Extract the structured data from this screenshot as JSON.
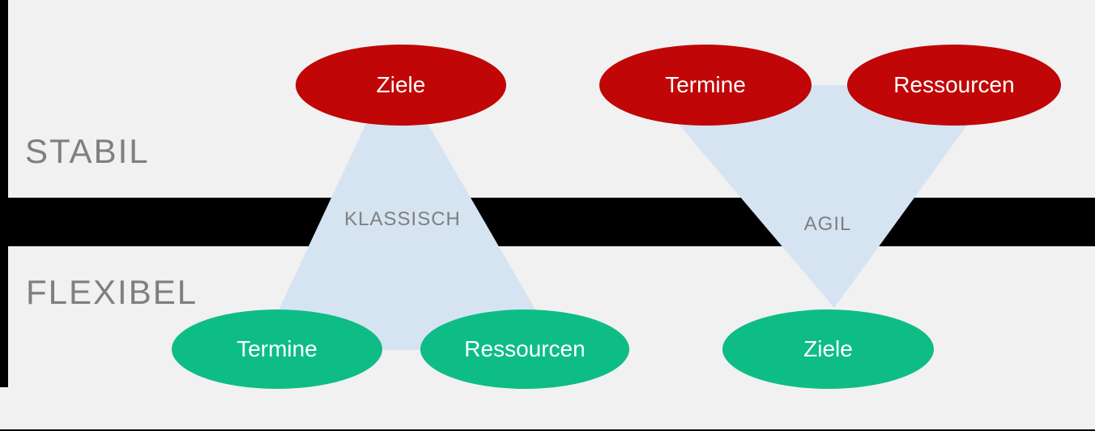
{
  "bands": {
    "stable_label": "STABIL",
    "flexible_label": "FLEXIBEL",
    "label_color": "#7F7F7F",
    "band_color": "#F1F1F2",
    "background_color": "#000000"
  },
  "colors": {
    "fixed_ellipse": "#C00606",
    "flexible_ellipse": "#0EBD86",
    "triangle": "#D6E4F2",
    "ellipse_text": "#FFFFFF"
  },
  "diagrams": [
    {
      "label": "KLASSISCH",
      "stable_items": [
        "Ziele"
      ],
      "flexible_items": [
        "Termine",
        "Ressourcen"
      ]
    },
    {
      "label": "AGIL",
      "stable_items": [
        "Termine",
        "Ressourcen"
      ],
      "flexible_items": [
        "Ziele"
      ]
    }
  ]
}
